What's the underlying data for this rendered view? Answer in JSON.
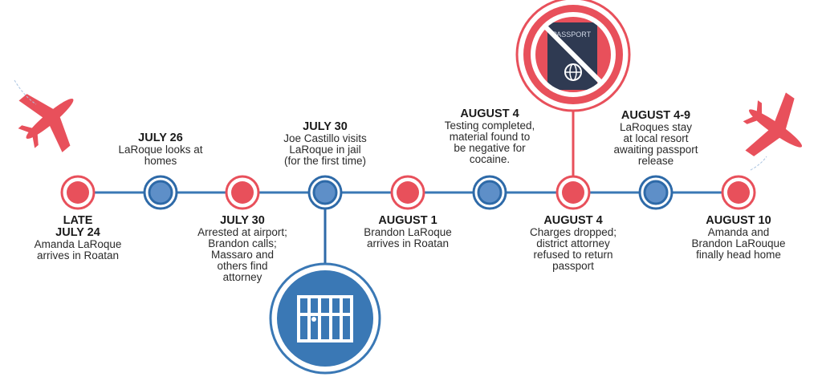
{
  "colors": {
    "red": "#e8505b",
    "blue": "#2e6aa8",
    "light_blue": "#5e8fc8",
    "line": "#3a78b5"
  },
  "events": [
    {
      "date": "LATE\nJULY 24",
      "text": "Amanda LaRoque\narrives in Roatan",
      "kind": "red"
    },
    {
      "date": "JULY 26",
      "text": "LaRoque looks at\nhomes",
      "kind": "blue"
    },
    {
      "date": "JULY 30",
      "text": "Arrested at airport;\nBrandon calls;\nMassaro and\nothers find\nattorney",
      "kind": "red"
    },
    {
      "date": "JULY 30",
      "text": "Joe Castillo visits\nLaRoque in jail\n(for the first time)",
      "kind": "blue"
    },
    {
      "date": "AUGUST 1",
      "text": "Brandon LaRoque\narrives in Roatan",
      "kind": "red"
    },
    {
      "date": "AUGUST 4",
      "text": "Testing completed,\nmaterial found to\nbe negative for\ncocaine.",
      "kind": "blue"
    },
    {
      "date": "AUGUST 4",
      "text": "Charges dropped;\ndistrict attorney\nrefused to return\npassport",
      "kind": "red"
    },
    {
      "date": "AUGUST 4-9",
      "text": "LaRoques stay\nat local resort\nawaiting passport\nrelease",
      "kind": "blue"
    },
    {
      "date": "AUGUST 10",
      "text": "Amanda and\nBrandon LaRouque\nfinally head home",
      "kind": "red"
    }
  ],
  "passport_label": "PASSPORT"
}
